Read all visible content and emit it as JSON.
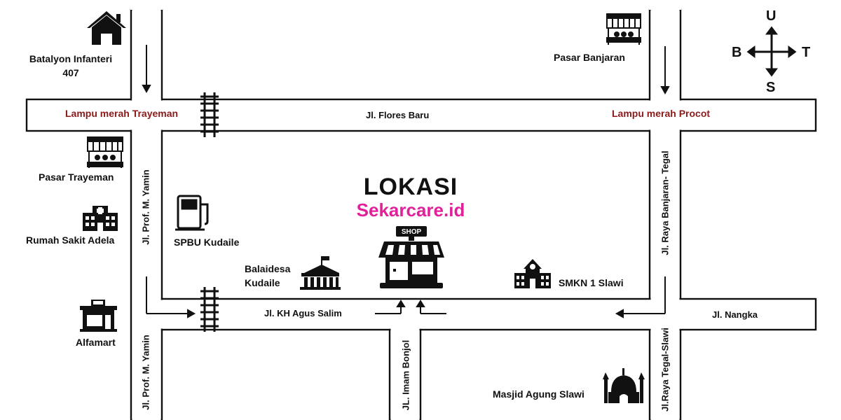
{
  "title": "LOKASI",
  "brand": "Sekarcare.id",
  "compass": {
    "north": "U",
    "south": "S",
    "west": "B",
    "east": "T"
  },
  "roads": {
    "flores": "Jl. Flores Baru",
    "yamin_upper": "Jl. Prof. M. Yamin",
    "yamin_lower": "Jl. Prof. M. Yamin",
    "banjaran_tegal": "Jl. Raya Banjaran- Tegal",
    "tegal_slawi": "Jl.Raya Tegal-Slawi",
    "kh_agus_salim": "Jl. KH Agus Salim",
    "imam_bonjol": "JL. Imam Bonjol",
    "nangka": "Jl. Nangka"
  },
  "traffic_lights": {
    "trayeman": "Lampu merah Trayeman",
    "procot": "Lampu merah Procot"
  },
  "landmarks": {
    "batalyon_line1": "Batalyon Infanteri",
    "batalyon_line2": "407",
    "pasar_banjaran": "Pasar Banjaran",
    "pasar_trayeman": "Pasar Trayeman",
    "rs_adela": "Rumah Sakit Adela",
    "alfamart": "Alfamart",
    "spbu": "SPBU Kudaile",
    "balaidesa_line1": "Balaidesa",
    "balaidesa_line2": "Kudaile",
    "smkn": "SMKN 1 Slawi",
    "masjid": "Masjid Agung Slawi",
    "shop_sign": "SHOP"
  },
  "icons": [
    "house-icon",
    "market-stall-icon",
    "hospital-icon",
    "store-icon",
    "fuel-pump-icon",
    "government-building-icon",
    "school-icon",
    "mosque-icon",
    "shop-icon",
    "railway-icon",
    "compass-icon"
  ],
  "colors": {
    "traffic_light_label": "#8b1a1a",
    "brand": "#e0219a",
    "road_outline": "#111111"
  }
}
